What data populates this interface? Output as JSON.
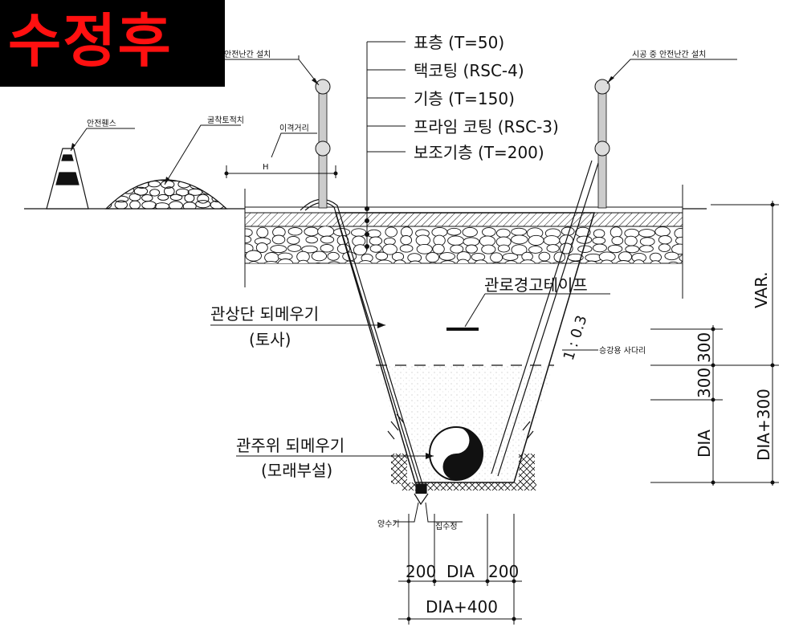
{
  "badge": {
    "label": "수정후"
  },
  "layers": {
    "surface": "표층 (T=50)",
    "tack_coat": "택코팅 (RSC-4)",
    "base": "기층 (T=150)",
    "prime_coat": "프라임 코팅 (RSC-3)",
    "subbase": "보조기층 (T=200)"
  },
  "notes": {
    "guardrail_left": "안전난간 설치",
    "guardrail_right": "시공 중 안전난간 설치",
    "safety_fence": "안전휀스",
    "excavated_soil": "굴착토적치",
    "clearance": "이격거리",
    "clearance_h": "H",
    "pipe_warning_tape": "관로경고테이프",
    "top_backfill": "관상단 되메우기",
    "top_backfill_sub": "(토사)",
    "pipe_backfill": "관주위 되메우기",
    "pipe_backfill_sub": "(모래부설)",
    "ladder": "승강용 사다리",
    "slope": "1 : 0.3",
    "pump": "양수기",
    "sump": "집수정"
  },
  "dimensions": {
    "var": "VAR.",
    "d300_top": "300",
    "d300_bottom": "300",
    "dia": "DIA",
    "dia_plus_300": "DIA+300",
    "bottom_200_left": "200",
    "bottom_dia": "DIA",
    "bottom_200_right": "200",
    "bottom_total": "DIA+400"
  },
  "colors": {
    "badge_bg": "#000000",
    "badge_text": "#ff1010",
    "line": "#111111"
  }
}
